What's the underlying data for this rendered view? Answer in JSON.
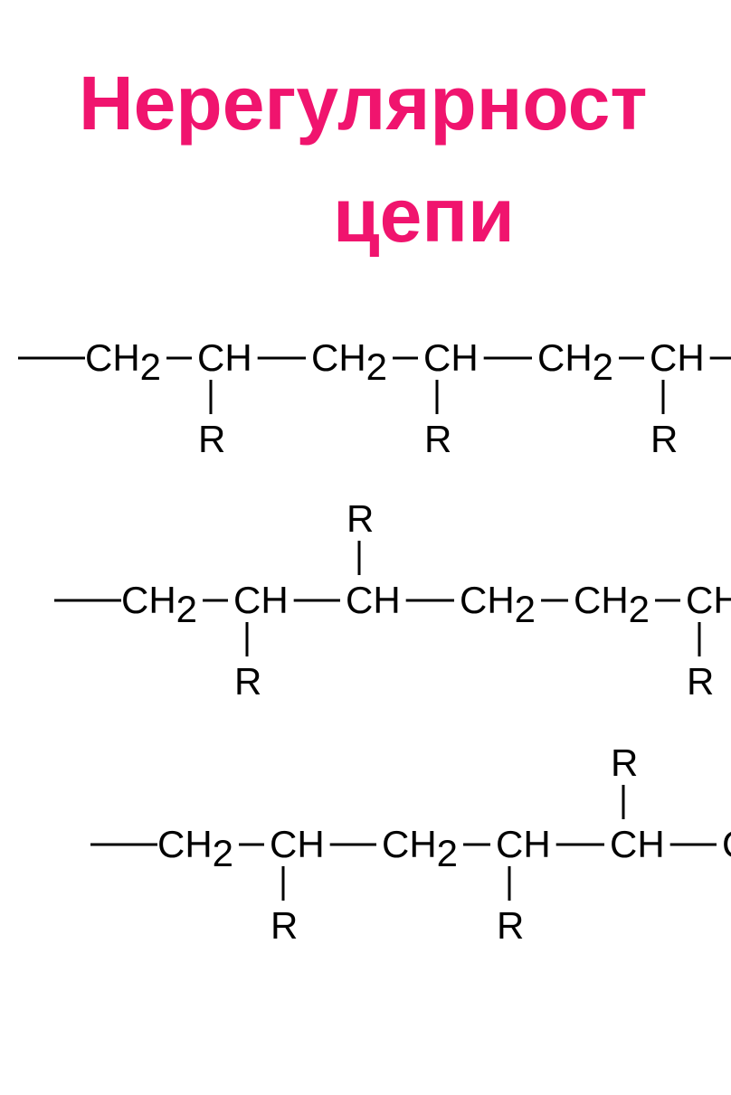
{
  "title": {
    "line1": "Нерегулярност",
    "line2": "цепи",
    "color": "#f0146e"
  },
  "chains": [
    {
      "groups": [
        {
          "label": "CH",
          "sub": "2"
        },
        {
          "label": "CH",
          "sub": "",
          "below": "R"
        },
        {
          "label": "CH",
          "sub": "2"
        },
        {
          "label": "CH",
          "sub": "",
          "below": "R"
        },
        {
          "label": "CH",
          "sub": "2"
        },
        {
          "label": "CH",
          "sub": "",
          "below": "R"
        }
      ]
    },
    {
      "groups": [
        {
          "label": "CH",
          "sub": "2"
        },
        {
          "label": "CH",
          "sub": "",
          "below": "R"
        },
        {
          "label": "CH",
          "sub": "",
          "above": "R"
        },
        {
          "label": "CH",
          "sub": "2"
        },
        {
          "label": "CH",
          "sub": "2"
        },
        {
          "label": "CH",
          "sub": "",
          "below": "R"
        }
      ]
    },
    {
      "groups": [
        {
          "label": "CH",
          "sub": "2"
        },
        {
          "label": "CH",
          "sub": "",
          "below": "R"
        },
        {
          "label": "CH",
          "sub": "2"
        },
        {
          "label": "CH",
          "sub": "",
          "below": "R"
        },
        {
          "label": "CH",
          "sub": "",
          "above": "R"
        },
        {
          "label": "C",
          "sub": ""
        }
      ]
    }
  ]
}
